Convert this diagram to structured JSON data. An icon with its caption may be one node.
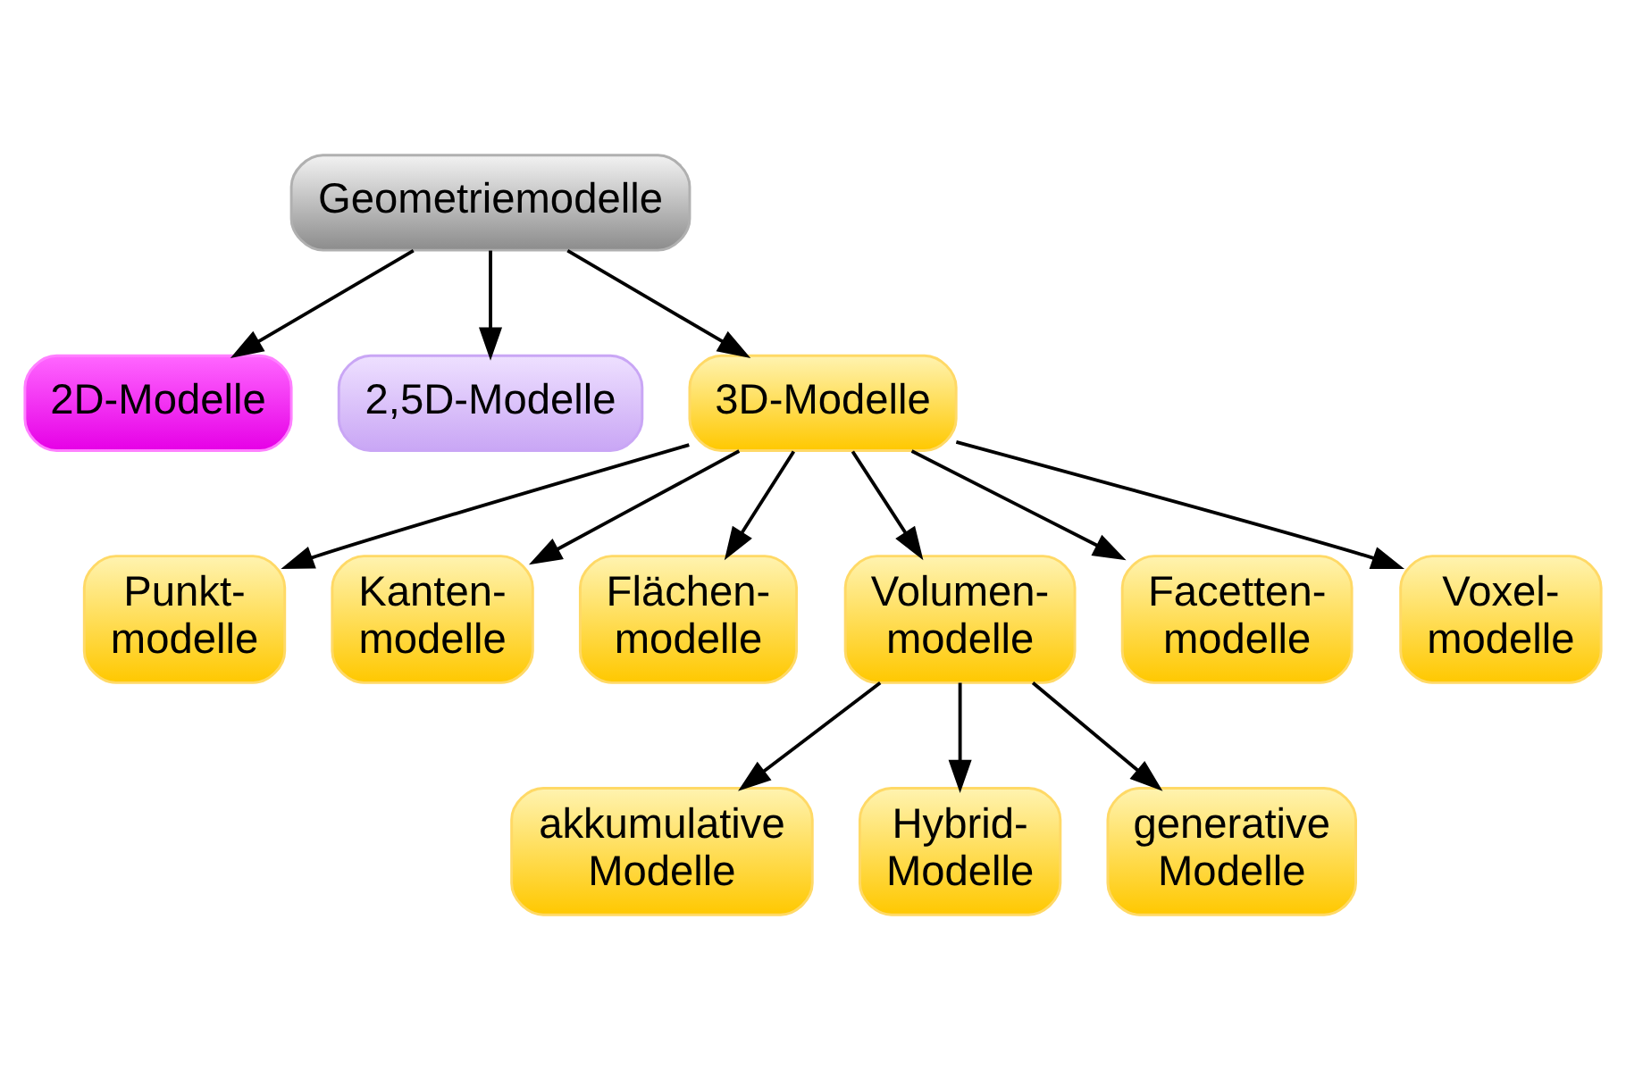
{
  "diagram": {
    "nodes": [
      {
        "text": [
          "Geometriemodelle"
        ]
      },
      {
        "text": [
          "2D-Modelle"
        ]
      },
      {
        "text": [
          "2,5D-Modelle"
        ]
      },
      {
        "text": [
          "3D-Modelle"
        ]
      },
      {
        "text": [
          "Punkt- modelle"
        ]
      },
      {
        "text": [
          "Kanten- modelle"
        ]
      },
      {
        "text": [
          "Flächen- modelle"
        ]
      },
      {
        "text": [
          "Volumen- modelle"
        ]
      },
      {
        "text": [
          "Facetten- modelle"
        ]
      },
      {
        "text": [
          "Voxel- modelle"
        ]
      },
      {
        "text": [
          "akkumulative Modelle"
        ]
      },
      {
        "text": [
          "Hybrid- Modelle"
        ]
      },
      {
        "text": [
          "generative Modelle"
        ]
      }
    ],
    "edges": [
      {
        "from": 0,
        "to": 1,
        "arrow": "to"
      },
      {
        "from": 0,
        "to": 2,
        "arrow": "to"
      },
      {
        "from": 0,
        "to": 3,
        "arrow": "to"
      },
      {
        "from": 3,
        "to": 4,
        "arrow": "to"
      },
      {
        "from": 3,
        "to": 5,
        "arrow": "to"
      },
      {
        "from": 3,
        "to": 6,
        "arrow": "to"
      },
      {
        "from": 3,
        "to": 7,
        "arrow": "to"
      },
      {
        "from": 3,
        "to": 8,
        "arrow": "to"
      },
      {
        "from": 3,
        "to": 9,
        "arrow": "to"
      },
      {
        "from": 7,
        "to": 10,
        "arrow": "to"
      },
      {
        "from": 7,
        "to": 11,
        "arrow": "to"
      },
      {
        "from": 7,
        "to": 12,
        "arrow": "to"
      }
    ]
  }
}
